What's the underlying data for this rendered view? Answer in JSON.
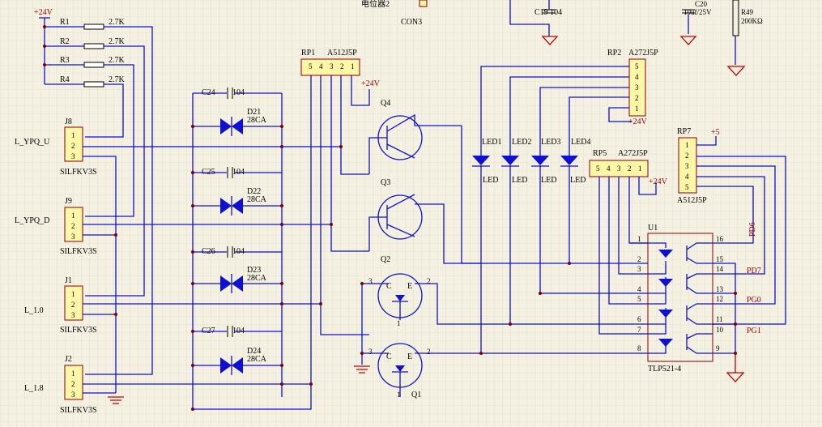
{
  "top": {
    "pot_label": "电位器2",
    "con_label": "CON3",
    "c19": "C19  104",
    "c20": "C20",
    "c20_val": "10uf/25V",
    "r49": "R49",
    "r49_val": "200KΩ"
  },
  "power": {
    "v24_a": "+24V",
    "v24_b": "+24V",
    "v24_c": "+24V",
    "v24_d": "+24V",
    "v5": "+5"
  },
  "resistors": [
    {
      "ref": "R1",
      "value": "2.7K"
    },
    {
      "ref": "R2",
      "value": "2.7K"
    },
    {
      "ref": "R3",
      "value": "2.7K"
    },
    {
      "ref": "R4",
      "value": "2.7K"
    }
  ],
  "connectors": [
    {
      "ref": "J8",
      "part": "SILFKV3S",
      "net": "L_YPQ_U",
      "pins": [
        "1",
        "2",
        "3"
      ]
    },
    {
      "ref": "J9",
      "part": "SILFKV3S",
      "net": "L_YPQ_D",
      "pins": [
        "1",
        "2",
        "3"
      ]
    },
    {
      "ref": "J1",
      "part": "SILFKV3S",
      "net": "L_1.0",
      "pins": [
        "1",
        "2",
        "3"
      ]
    },
    {
      "ref": "J2",
      "part": "SILFKV3S",
      "net": "L_1.8",
      "pins": [
        "1",
        "2",
        "3"
      ]
    }
  ],
  "caps": [
    {
      "ref": "C24",
      "value": "104"
    },
    {
      "ref": "C25",
      "value": "104"
    },
    {
      "ref": "C26",
      "value": "104"
    },
    {
      "ref": "C27",
      "value": "104"
    }
  ],
  "tvs": [
    {
      "ref": "D21",
      "value": "28CA"
    },
    {
      "ref": "D22",
      "value": "28CA"
    },
    {
      "ref": "D23",
      "value": "28CA"
    },
    {
      "ref": "D24",
      "value": "28CA"
    }
  ],
  "rp1": {
    "ref": "RP1",
    "part": "A512J5P",
    "pins": [
      "5",
      "4",
      "3",
      "2",
      "1"
    ]
  },
  "rp2": {
    "ref": "RP2",
    "part": "A272J5P",
    "pins": [
      "5",
      "4",
      "3",
      "2",
      "1"
    ]
  },
  "rp5": {
    "ref": "RP5",
    "part": "A272J5P",
    "pins": [
      "5",
      "4",
      "3",
      "2",
      "1"
    ]
  },
  "rp7": {
    "ref": "RP7",
    "part": "A512J5P",
    "pins": [
      "1",
      "2",
      "3",
      "4",
      "5"
    ]
  },
  "transistors": {
    "q1": "Q1",
    "q2": "Q2",
    "q3": "Q3",
    "q4": "Q4",
    "c": "C",
    "e": "E",
    "p3": "3",
    "p2": "2",
    "p1": "1"
  },
  "leds": [
    {
      "ref": "LED1",
      "label": "LED"
    },
    {
      "ref": "LED2",
      "label": "LED"
    },
    {
      "ref": "LED3",
      "label": "LED"
    },
    {
      "ref": "LED4",
      "label": "LED"
    }
  ],
  "u1": {
    "ref": "U1",
    "part": "TLP521-4",
    "left_pins": [
      "1",
      "2",
      "3",
      "4",
      "5",
      "6",
      "7",
      "8"
    ],
    "right_pins": [
      "16",
      "15",
      "14",
      "13",
      "12",
      "11",
      "10",
      "9"
    ]
  },
  "nets": {
    "pd6": "PD6",
    "pd7": "PD7",
    "pg0": "PG0",
    "pg1": "PG1"
  },
  "colors": {
    "wire": "#1010d0",
    "part_outline": "#8a0000",
    "part_fill": "#fff7a8",
    "net_label": "#a00000",
    "background": "#f4f1e2"
  }
}
